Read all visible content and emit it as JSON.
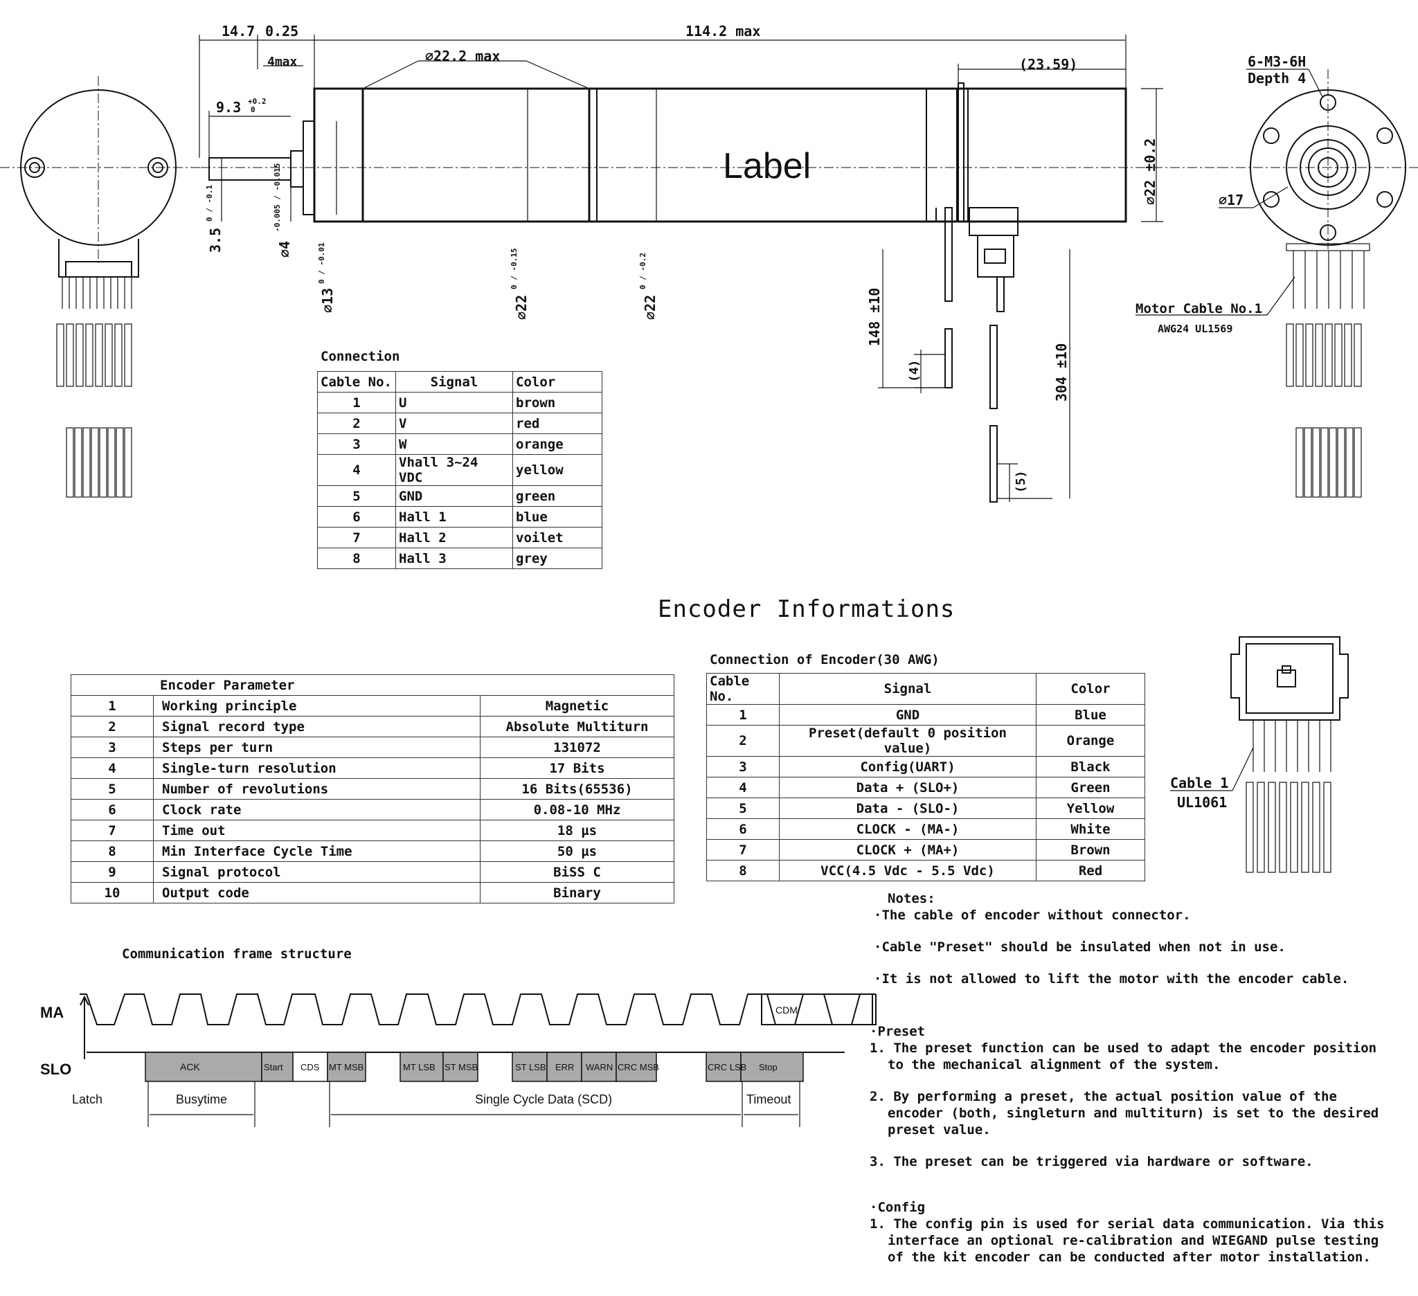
{
  "drawing": {
    "dims": {
      "d14_7": "14.7",
      "d0_25": "0.25",
      "d114_2": "114.2 max",
      "d4max": "4max",
      "d22_2": "⌀22.2 max",
      "d23_59": "(23.59)",
      "d9_3": "9.3",
      "d9_3_tol_up": "+0.2",
      "d9_3_tol_dn": "0",
      "d3_5": "3.5",
      "d3_5_tol": "0 / -0.1",
      "d4": "⌀4",
      "d4_tol": "-0.005 / -0.015",
      "d13": "⌀13",
      "d13_tol": "0 / -0.01",
      "d22a": "⌀22",
      "d22a_tol": "0 / -0.15",
      "d22b": "⌀22",
      "d22b_tol": "0 / -0.2",
      "d22c": "⌀22 ±0.2",
      "d148": "148 ±10",
      "d304": "304 ±10",
      "d4p": "(4)",
      "d5p": "(5)",
      "thread": "6-M3-6H",
      "depth": "Depth 4",
      "d17": "⌀17",
      "motor_cable": "Motor Cable No.1",
      "motor_cable_spec": "AWG24 UL1569",
      "label": "Label",
      "cable1": "Cable 1",
      "cable1_spec": "UL1061"
    }
  },
  "connection": {
    "caption": "Connection",
    "headers": [
      "Cable No.",
      "Signal",
      "Color"
    ],
    "rows": [
      [
        "1",
        "U",
        "brown"
      ],
      [
        "2",
        "V",
        "red"
      ],
      [
        "3",
        "W",
        "orange"
      ],
      [
        "4",
        "Vhall 3~24 VDC",
        "yellow"
      ],
      [
        "5",
        "GND",
        "green"
      ],
      [
        "6",
        "Hall 1",
        "blue"
      ],
      [
        "7",
        "Hall 2",
        "voilet"
      ],
      [
        "8",
        "Hall 3",
        "grey"
      ]
    ]
  },
  "encoder_title": "Encoder Informations",
  "encoder_params": {
    "caption": "Encoder Parameter",
    "rows": [
      [
        "1",
        "Working principle",
        "Magnetic"
      ],
      [
        "2",
        "Signal record type",
        "Absolute Multiturn"
      ],
      [
        "3",
        "Steps per turn",
        "131072"
      ],
      [
        "4",
        "Single-turn resolution",
        "17 Bits"
      ],
      [
        "5",
        "Number of revolutions",
        "16 Bits(65536)"
      ],
      [
        "6",
        "Clock rate",
        "0.08-10 MHz"
      ],
      [
        "7",
        "Time out",
        "18 µs"
      ],
      [
        "8",
        "Min Interface Cycle Time",
        "50 µs"
      ],
      [
        "9",
        "Signal protocol",
        "BiSS C"
      ],
      [
        "10",
        "Output code",
        "Binary"
      ]
    ]
  },
  "encoder_conn": {
    "caption": "Connection of Encoder(30 AWG)",
    "headers": [
      "Cable No.",
      "Signal",
      "Color"
    ],
    "rows": [
      [
        "1",
        "GND",
        "Blue"
      ],
      [
        "2",
        "Preset(default 0 position value)",
        "Orange"
      ],
      [
        "3",
        "Config(UART)",
        "Black"
      ],
      [
        "4",
        "Data + (SLO+)",
        "Green"
      ],
      [
        "5",
        "Data - (SLO-)",
        "Yellow"
      ],
      [
        "6",
        "CLOCK - (MA-)",
        "White"
      ],
      [
        "7",
        "CLOCK + (MA+)",
        "Brown"
      ],
      [
        "8",
        "VCC(4.5 Vdc - 5.5 Vdc)",
        "Red"
      ]
    ]
  },
  "frame": {
    "caption": "Communication frame structure",
    "ma": "MA",
    "slo": "SLO",
    "cdm": "CDM",
    "segments": [
      "ACK",
      "Start",
      "CDS",
      "MT MSB",
      "MT LSB",
      "ST MSB",
      "ST LSB",
      "ERR",
      "WARN",
      "CRC MSB",
      "CRC LSB",
      "Stop"
    ],
    "latch": "Latch",
    "busytime": "Busytime",
    "scd": "Single Cycle Data (SCD)",
    "timeout": "Timeout"
  },
  "notes": {
    "heading": "Notes:",
    "items": [
      "·The cable of encoder without connector.",
      "·Cable \"Preset\" should be insulated when not in use.",
      "·It is not allowed to lift the motor with the encoder cable."
    ]
  },
  "preset": {
    "heading": "·Preset",
    "items": [
      "1. The preset function can be used to adapt the encoder position to the mechanical alignment of the system.",
      "2. By performing a preset, the actual position value of the encoder (both, singleturn and multiturn) is set to the desired preset value.",
      "3. The preset can be triggered via hardware or software."
    ]
  },
  "config": {
    "heading": "·Config",
    "items": [
      "1. The config pin is used for serial data communication. Via this interface an optional re-calibration and WIEGAND pulse testing of the kit encoder can be conducted after motor installation."
    ]
  }
}
